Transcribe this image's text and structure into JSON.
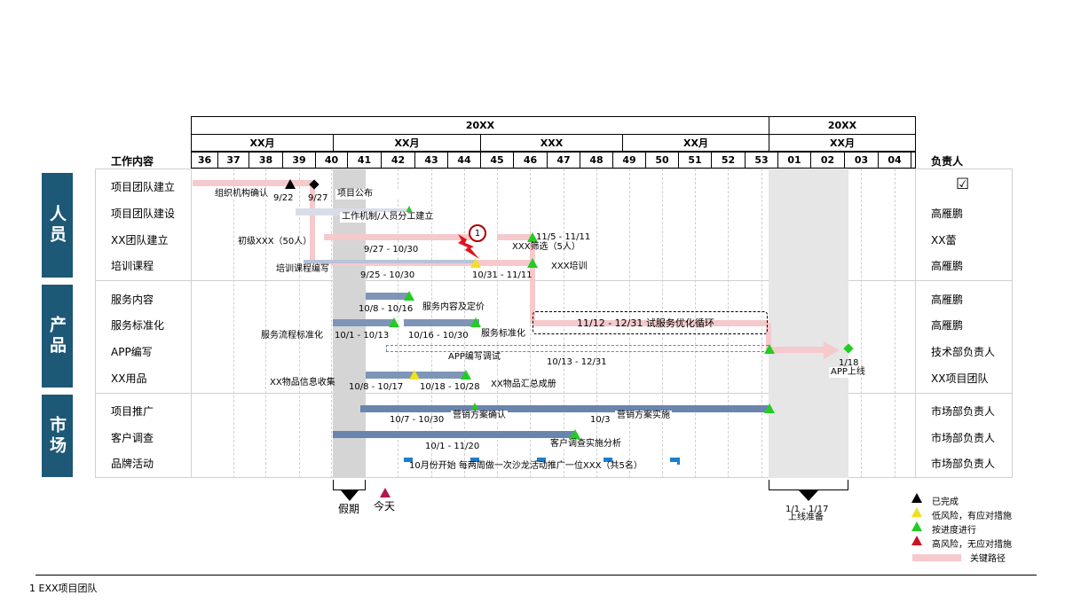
{
  "header": {
    "year_row": [
      "20XX",
      "20XX"
    ],
    "month_row": [
      "XX月",
      "XX月",
      "XXX",
      "XX月",
      "XX月"
    ],
    "weeks": [
      "36",
      "37",
      "38",
      "39",
      "40",
      "41",
      "42",
      "43",
      "44",
      "45",
      "46",
      "47",
      "48",
      "49",
      "50",
      "51",
      "52",
      "53",
      "01",
      "02",
      "03",
      "04"
    ],
    "work_content": "工作内容",
    "owner": "负责人"
  },
  "categories": [
    {
      "label": "人员"
    },
    {
      "label": "产品"
    },
    {
      "label": "市场"
    }
  ],
  "tasks": [
    {
      "name": "项目团队建立",
      "owner": "☑"
    },
    {
      "name": "项目团队建设",
      "owner": "高雁鹏"
    },
    {
      "name": "XX团队建立",
      "owner": "XX蕾"
    },
    {
      "name": "培训课程",
      "owner": "高雁鹏"
    },
    {
      "name": "服务内容",
      "owner": "高雁鹏"
    },
    {
      "name": "服务标准化",
      "owner": "高雁鹏"
    },
    {
      "name": "APP编写",
      "owner": "技术部负责人"
    },
    {
      "name": "XX用品",
      "owner": "XX项目团队"
    },
    {
      "name": "项目推广",
      "owner": "市场部负责人"
    },
    {
      "name": "客户调查",
      "owner": "市场部负责人"
    },
    {
      "name": "品牌活动",
      "owner": "市场部负责人"
    }
  ],
  "labels": {
    "org_confirm": "组织机构确认",
    "d922": "9/22",
    "d927": "9/27",
    "proj_announce": "项目公布",
    "work_mech": "工作机制/人员分工建立",
    "initial_xxx": "初级XXX（50人）",
    "d927_1030": "9/27 - 10/30",
    "xxx_select": "XXX筛选（5人）",
    "d115_1111": "11/5 - 11/11",
    "training_write": "培训课程编写",
    "xxx_training": "XXX培训",
    "d925_1030": "9/25 - 10/30",
    "d1031_1111": "10/31 - 11/11",
    "circle_num": "1",
    "d108_1016": "10/8 - 10/16",
    "service_define": "服务内容及定价",
    "service_cycle": "11/12 - 12/31 试服务优化循环",
    "service_std_flow": "服务流程标准化",
    "d101_1013": "10/1 - 10/13",
    "d1016_1030": "10/16 - 10/30",
    "service_std": "服务标准化",
    "app_debug": "APP编写调试",
    "d1013_1231": "10/13 - 12/31",
    "d118": "1/18",
    "app_launch": "APP上线",
    "goods_collect": "XX物品信息收集",
    "d108_1017": "10/8 - 10/17",
    "d1018_1028": "10/18 - 10/28",
    "goods_book": "XX物品汇总成册",
    "d107_1030": "10/7 - 10/30",
    "marketing_confirm": "营销方案确认",
    "d103": "10/3",
    "marketing_impl": "营销方案实施",
    "d101_1120": "10/1 - 11/20",
    "survey_impl": "客户调查实施分析",
    "brand_desc": "10月份开始 每两周做一次沙龙活动推广一位XXX（共5名）",
    "holiday": "假期",
    "today": "今天",
    "launch_range": "1/1 - 1/17",
    "launch_prep": "上线准备"
  },
  "legend": [
    {
      "label": "已完成",
      "color": "#000000"
    },
    {
      "label": "低风险，有应对措施",
      "color": "#f0e020"
    },
    {
      "label": "按进度进行",
      "color": "#22cc22"
    },
    {
      "label": "高风险，无应对措施",
      "color": "#cc1122"
    },
    {
      "label": "关键路径",
      "color": "#f6c9cc"
    }
  ],
  "footnote": "1  EXX项目团队"
}
